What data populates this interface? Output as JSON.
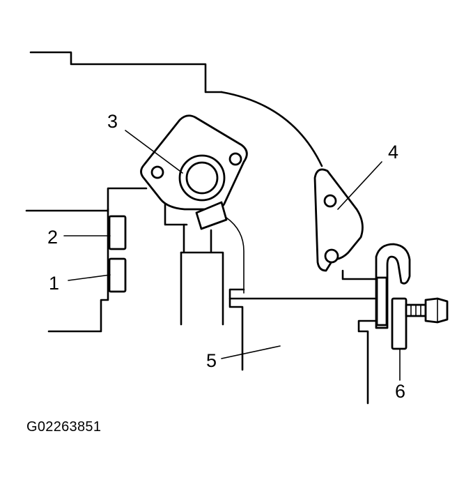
{
  "figure_id": "G02263851",
  "callouts": {
    "c1": "1",
    "c2": "2",
    "c3": "3",
    "c4": "4",
    "c5": "5",
    "c6": "6"
  },
  "colors": {
    "line": "#000000",
    "background": "#ffffff"
  }
}
